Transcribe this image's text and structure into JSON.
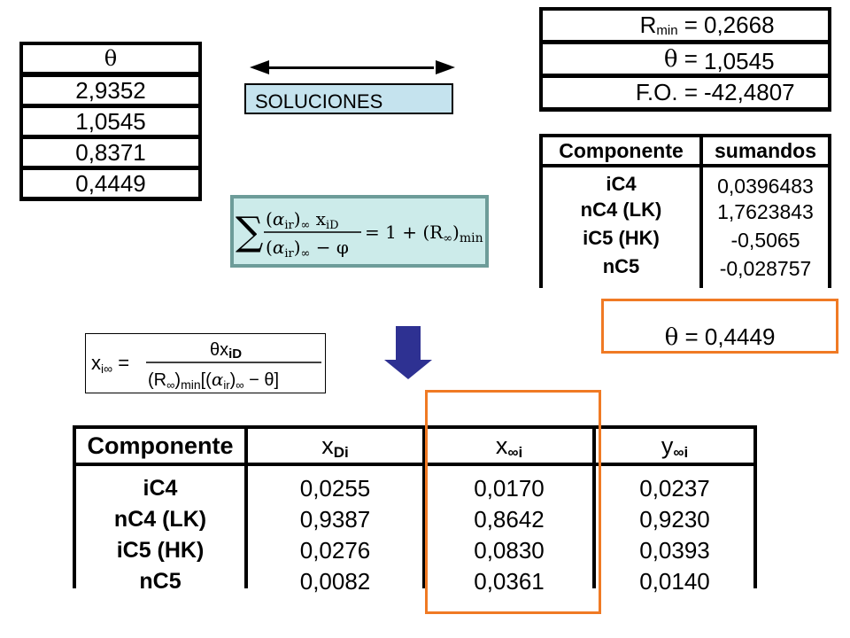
{
  "theta_roots": {
    "header": "θ",
    "values": [
      "2,9352",
      "1,0545",
      "0,8371",
      "0,4449"
    ]
  },
  "soluciones": {
    "label": "SOLUCIONES"
  },
  "results": {
    "rmin": {
      "label_main": "R",
      "label_sub": "min",
      "label_eq": " =",
      "value": "0,2668"
    },
    "theta": {
      "label_sym": "θ",
      "label_eq": " =",
      "value": "1,0545"
    },
    "fo": {
      "label": "F.O. =",
      "value": "-42,4807"
    }
  },
  "sumandos_table": {
    "headers": [
      "Componente",
      "sumandos"
    ],
    "components": [
      "iC4",
      "nC4 (LK)",
      "iC5 (HK)",
      "nC5"
    ],
    "values": [
      "0,0396483",
      "1,7623843",
      "-0,5065",
      "-0,028757"
    ]
  },
  "equation1": {
    "alpha_sub": "ir",
    "inf": "∞",
    "x_sub": "iD",
    "rhs_one": "= 1 +",
    "R_sub": "min",
    "phi": "φ"
  },
  "equation2": {
    "lhs": "x",
    "lhs_sub": "i∞",
    "numerator": "θx",
    "numerator_sub": "iD",
    "denominator_R_sub": "min",
    "alpha_sub": "ir",
    "minus_theta": "− θ"
  },
  "theta_result": {
    "sym": "θ",
    "eq": " = ",
    "value": "0,4449"
  },
  "main_table": {
    "headers": {
      "component": "Componente",
      "xdi": {
        "main": "x",
        "sub": "Di"
      },
      "xinf": {
        "main": "x",
        "sub": "∞i"
      },
      "yinf": {
        "main": "y",
        "sub": "∞i"
      }
    },
    "components": [
      "iC4",
      "nC4 (LK)",
      "iC5 (HK)",
      "nC5"
    ],
    "xdi": [
      "0,0255",
      "0,9387",
      "0,0276",
      "0,0082"
    ],
    "xinf": [
      "0,0170",
      "0,8642",
      "0,0830",
      "0,0361"
    ],
    "yinf": [
      "0,0237",
      "0,9230",
      "0,0393",
      "0,0140"
    ]
  },
  "colors": {
    "highlight_orange": "#f07a24",
    "arrow_blue": "#2e3192",
    "soluciones_bg": "#c5e3ee",
    "equation_bg": "#ccebea"
  }
}
